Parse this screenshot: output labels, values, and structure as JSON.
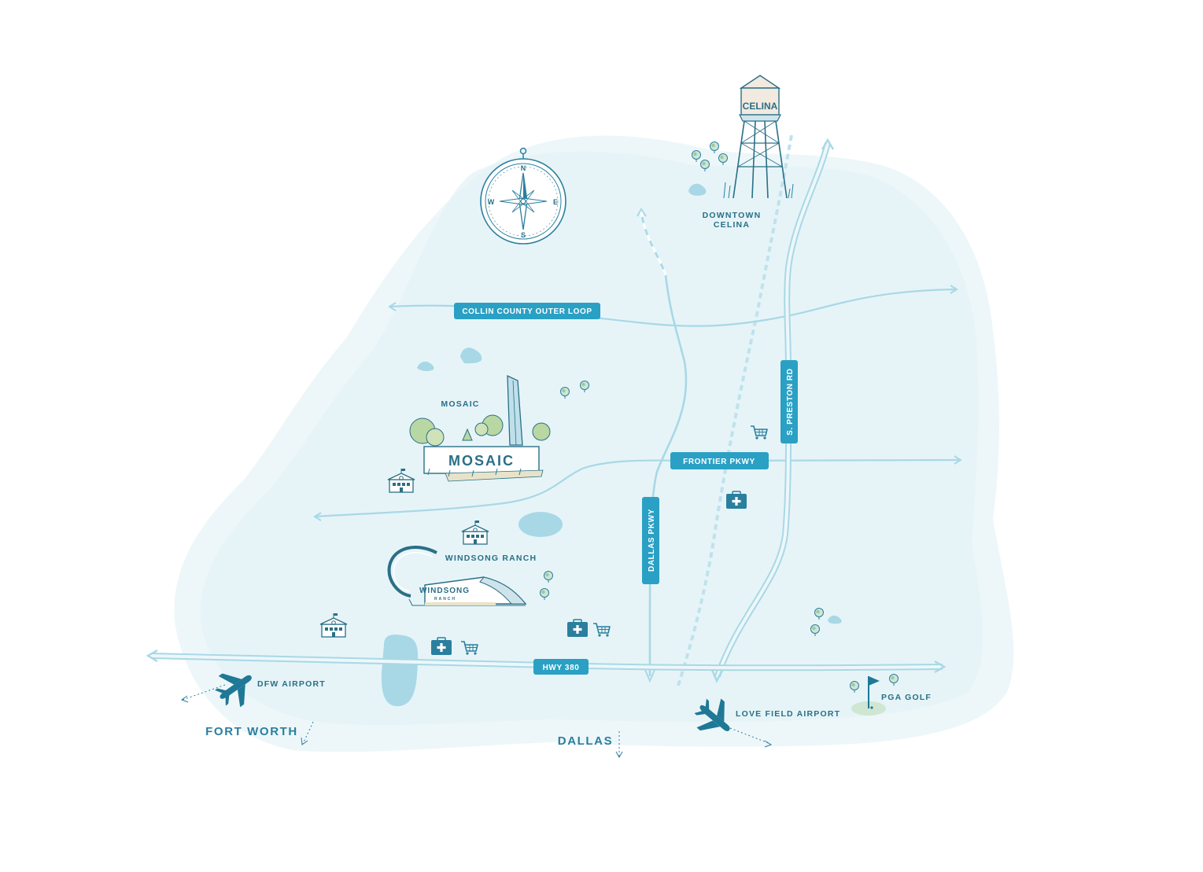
{
  "colors": {
    "land": "#eaf6fa",
    "land_inner": "#ddf0f5",
    "road": "#a9d8e6",
    "road_dark": "#7cc3d8",
    "label_bg": "#2aa0c4",
    "ink": "#2a6f86",
    "water": "#a8d8e6"
  },
  "compass": {
    "n": "N",
    "e": "E",
    "s": "S",
    "w": "W"
  },
  "roads": {
    "outer_loop": "COLLIN COUNTY OUTER LOOP",
    "frontier": "FRONTIER PKWY",
    "hwy380": "HWY 380",
    "dallas_pkwy": "DALLAS PKWY",
    "preston": "S. PRESTON RD"
  },
  "places": {
    "downtown_line1": "DOWNTOWN",
    "downtown_line2": "CELINA",
    "water_tower": "CELINA",
    "mosaic_label": "MOSAIC",
    "mosaic_sign": "MOSAIC",
    "windsong_label": "WINDSONG RANCH",
    "windsong_sign": "WINDSONG",
    "windsong_sign_sub": "RANCH",
    "dfw": "DFW AIRPORT",
    "love_field": "LOVE FIELD AIRPORT",
    "pga": "PGA GOLF",
    "fort_worth": "FORT WORTH",
    "dallas": "DALLAS"
  },
  "icons": [
    "compass-icon",
    "water-tower-icon",
    "school-icon",
    "hospital-icon",
    "shopping-cart-icon",
    "airplane-icon",
    "golf-flag-icon",
    "tree-icon",
    "pond-icon"
  ]
}
